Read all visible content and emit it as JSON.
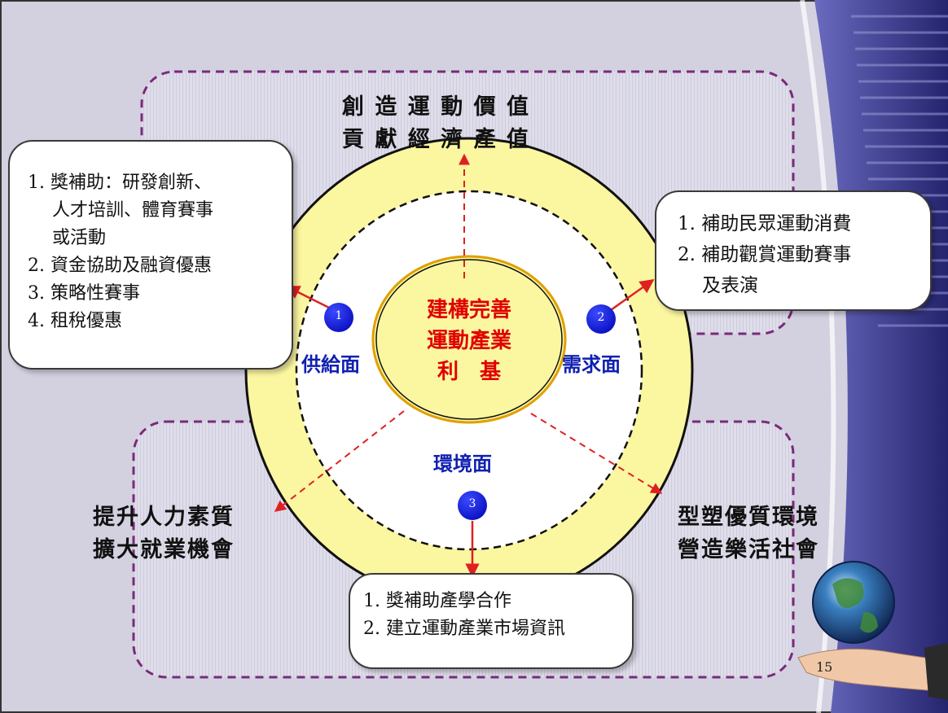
{
  "top_heading": [
    "創 造 運 動 價 值",
    "貢 獻 經 濟 產 值"
  ],
  "left_heading": [
    "提升人力素質",
    "擴大就業機會"
  ],
  "right_heading": [
    "型塑優質環境",
    "營造樂活社會"
  ],
  "center": [
    "建構完善",
    "運動產業",
    "利　基"
  ],
  "facets": {
    "supply": {
      "number": "1",
      "label": "供給面"
    },
    "demand": {
      "number": "2",
      "label": "需求面"
    },
    "environment": {
      "number": "3",
      "label": "環境面"
    }
  },
  "supply_box": {
    "items": [
      "1. 獎補助：研發創新、",
      "人才培訓、體育賽事",
      "或活動",
      "2. 資金協助及融資優惠",
      "3. 策略性賽事",
      "4. 租稅優惠"
    ]
  },
  "demand_box": {
    "items": [
      "1. 補助民眾運動消費",
      "2. 補助觀賞運動賽事",
      "及表演"
    ]
  },
  "environment_box": {
    "items": [
      "1. 獎補助產學合作",
      "2. 建立運動產業市場資訊"
    ]
  },
  "page_number": "15",
  "colors": {
    "slide_bg": "#d3d1e0",
    "ring_fill": "#fbf6a0",
    "center_fill": "#fbf6a0",
    "center_border": "#e0a000",
    "marker_fill": "#0b12d8",
    "arrow_red": "#e02020",
    "dashed_region_border": "#7a2a7a",
    "facet_label": "#1020b0",
    "center_text": "#e00000"
  }
}
